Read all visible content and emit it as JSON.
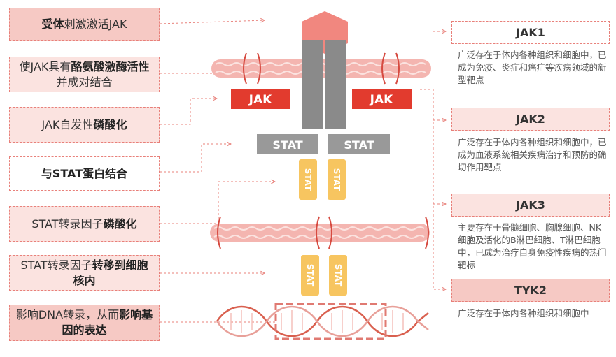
{
  "steps": [
    {
      "pre": "",
      "bold": "受体",
      "post": "刺激激活JAK"
    },
    {
      "pre": "使JAK具有",
      "bold": "酪氨酸激酶活性",
      "post": "并成对结合"
    },
    {
      "pre": "JAK自发性",
      "bold": "磷酸化",
      "post": ""
    },
    {
      "pre": "",
      "bold": "与STAT蛋白结合",
      "post": ""
    },
    {
      "pre": "STAT转录因子",
      "bold": "磷酸化",
      "post": ""
    },
    {
      "pre": "STAT转录因子",
      "bold": "转移到细胞核内",
      "post": ""
    },
    {
      "pre": "影响DNA转录，从而",
      "bold": "影响基因的表达",
      "post": ""
    }
  ],
  "diagram": {
    "jak_label": "JAK",
    "stat_label": "STAT"
  },
  "jak_family": [
    {
      "name": "JAK1",
      "desc": "广泛存在于体内各种组织和细胞中，已成为免疫、炎症和癌症等疾病领域的新型靶点"
    },
    {
      "name": "JAK2",
      "desc": "广泛存在于体内各种组织和细胞中，已成为血液系统相关疾病治疗和预防的确切作用靶点"
    },
    {
      "name": "JAK3",
      "desc": "主要存在于骨髓细胞、胸腺细胞、NK细胞及活化的B淋巴细胞、T淋巴细胞中，已成为治疗自身免疫性疾病的热门靶标"
    },
    {
      "name": "TYK2",
      "desc": "广泛存在于体内各种组织和细胞中"
    }
  ],
  "colors": {
    "accent": "#e23b2e",
    "pink": "#f1877f",
    "gray": "#888888",
    "stat_yellow": "#f7c560",
    "border": "#e8807a"
  }
}
